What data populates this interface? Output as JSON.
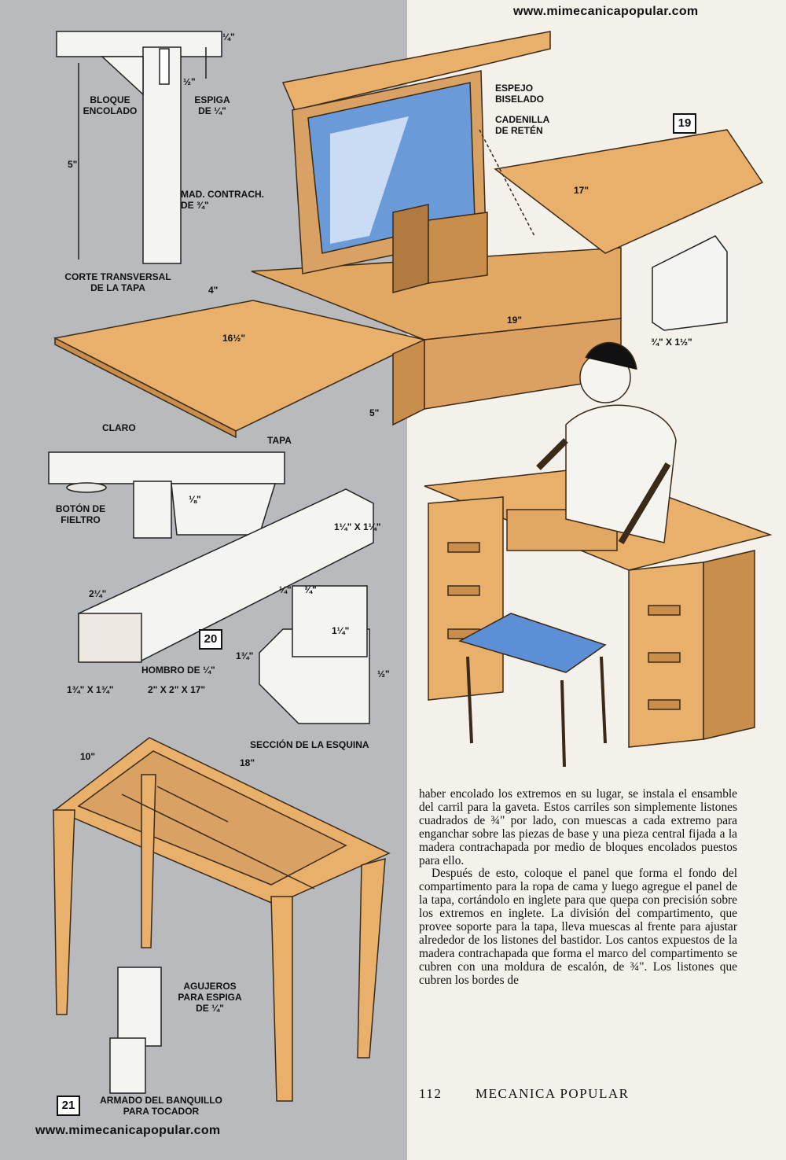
{
  "site_url": "www.mimecanicapopular.com",
  "figures": {
    "fig19": {
      "number": "19",
      "labels": {
        "espejo": "ESPEJO\nBISELADO",
        "cadenilla": "CADENILLA\nDE RETÉN",
        "bloque": "BLOQUE\nENCOLADO",
        "espiga": "ESPIGA\nDE ¼\"",
        "mad": "MAD. CONTRACH.\nDE ¾\"",
        "corte": "CORTE TRANSVERSAL\nDE LA TAPA"
      },
      "dims": {
        "d_quarter": "¼\"",
        "d_half": "½\"",
        "d_5a": "5\"",
        "d_17": "17\"",
        "d_4": "4\"",
        "d_19": "19\"",
        "d_16half": "16½\"",
        "d_5b": "5\"",
        "d_rail": "¾\" X 1½\""
      }
    },
    "fig20": {
      "number": "20",
      "labels": {
        "claro": "CLARO",
        "tapa": "TAPA",
        "boton": "BOTÓN DE\nFIELTRO",
        "hombro": "HOMBRO DE ¼\"",
        "seccion": "SECCIÓN DE LA ESQUINA"
      },
      "dims": {
        "d_eighth": "⅛\"",
        "d_114": "1¼\" X 1¼\"",
        "d_214": "2¼\"",
        "d_134": "1¾\" X 1¾\"",
        "d_2x2": "2\" X 2\" X 17\"",
        "d_q1": "¼\"",
        "d_q3": "¾\"",
        "d_114b": "1¼\"",
        "d_134b": "1¾\"",
        "d_halfb": "½\""
      }
    },
    "fig21": {
      "number": "21",
      "title": "ARMADO DEL BANQUILLO\nPARA TOCADOR",
      "labels": {
        "agujeros": "AGUJEROS\nPARA ESPIGA\nDE ¼\""
      },
      "dims": {
        "d_10": "10\"",
        "d_18": "18\""
      }
    }
  },
  "body_paragraphs": [
    "haber encolado los extremos en su lugar, se instala el ensamble del carril para la gaveta. Estos carriles son simplemente listones cuadrados de ¾\" por lado, con muescas a cada extremo para enganchar sobre las piezas de base y una pieza central fijada a la madera contrachapada por medio de bloques encolados puestos para ello.",
    "Después de esto, coloque el panel que forma el fondo del compartimento para la ropa de cama y luego agregue el panel de la tapa, cortándolo en inglete para que quepa con precisión sobre los extremos en inglete. La división del compartimento, que provee soporte para la tapa, lleva muescas al frente para ajustar alrededor de los listones del bastidor. Los cantos expuestos de la madera contrachapada que forma el marco del compartimento se cubren con una moldura de escalón, de ¾\". Los listones que cubren los bordes de"
  ],
  "page_number": "112",
  "magazine_name": "MECANICA POPULAR",
  "colors": {
    "wood": "#e9b06c",
    "wood_dark": "#c98d4c",
    "mirror": "#6a9ad8",
    "cushion": "#5d8fd6",
    "grey_bg": "#b9babd"
  }
}
